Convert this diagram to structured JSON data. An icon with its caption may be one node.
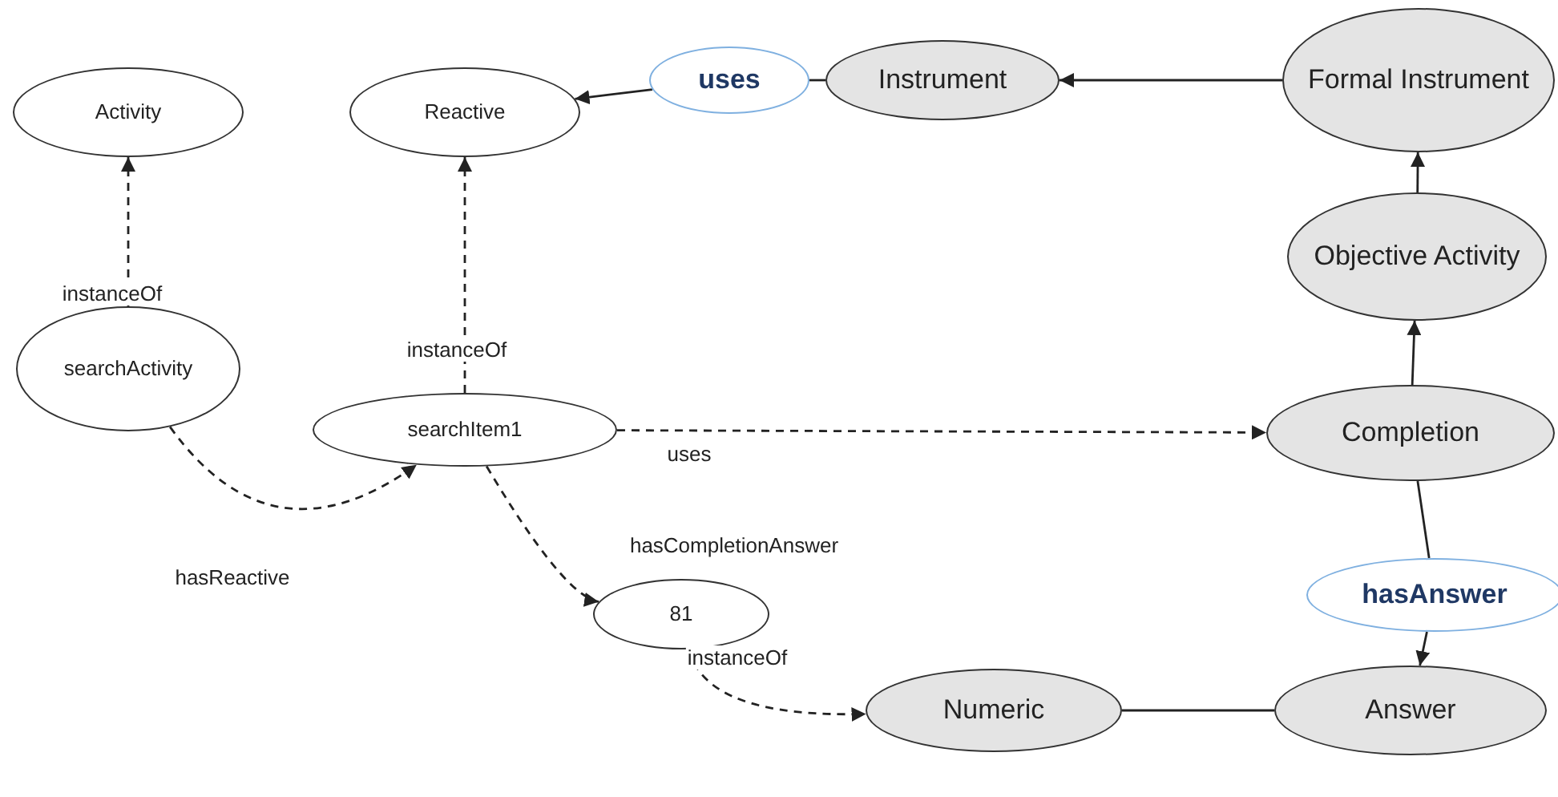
{
  "diagram": {
    "nodes": [
      {
        "text": [
          "Activity"
        ]
      },
      {
        "text": [
          "Reactive"
        ]
      },
      {
        "text": [
          "uses"
        ]
      },
      {
        "text": [
          "Instrument"
        ]
      },
      {
        "text": [
          "Formal Instrument"
        ]
      },
      {
        "text": [
          "Objective Activity"
        ]
      },
      {
        "text": [
          "searchActivity"
        ]
      },
      {
        "text": [
          "searchItem1"
        ]
      },
      {
        "text": [
          "Completion"
        ]
      },
      {
        "text": [
          "hasAnswer"
        ]
      },
      {
        "text": [
          "81"
        ]
      },
      {
        "text": [
          "Numeric"
        ]
      },
      {
        "text": [
          "Answer"
        ]
      }
    ],
    "edges": [
      {
        "from": 6,
        "to": 0,
        "arrow": "to",
        "style": "dashed",
        "label": "instanceOf"
      },
      {
        "from": 7,
        "to": 1,
        "arrow": "to",
        "style": "dashed",
        "label": "instanceOf"
      },
      {
        "from": 2,
        "to": 1,
        "arrow": "to"
      },
      {
        "from": 3,
        "to": 2,
        "arrow": "none"
      },
      {
        "from": 4,
        "to": 3,
        "arrow": "to"
      },
      {
        "from": 5,
        "to": 4,
        "arrow": "to"
      },
      {
        "from": 8,
        "to": 5,
        "arrow": "to"
      },
      {
        "from": 7,
        "to": 8,
        "arrow": "to",
        "style": "dashed",
        "label": "uses"
      },
      {
        "from": 6,
        "to": 7,
        "arrow": "to",
        "style": "dashed",
        "label": "hasReactive"
      },
      {
        "from": 7,
        "to": 10,
        "arrow": "to",
        "style": "dashed",
        "label": "hasCompletionAnswer"
      },
      {
        "from": 10,
        "to": 11,
        "arrow": "to",
        "style": "dashed",
        "label": "instanceOf"
      },
      {
        "from": 8,
        "to": 9,
        "arrow": "none"
      },
      {
        "from": 9,
        "to": 12,
        "arrow": "to"
      },
      {
        "from": 11,
        "to": 12,
        "arrow": "none"
      }
    ]
  }
}
